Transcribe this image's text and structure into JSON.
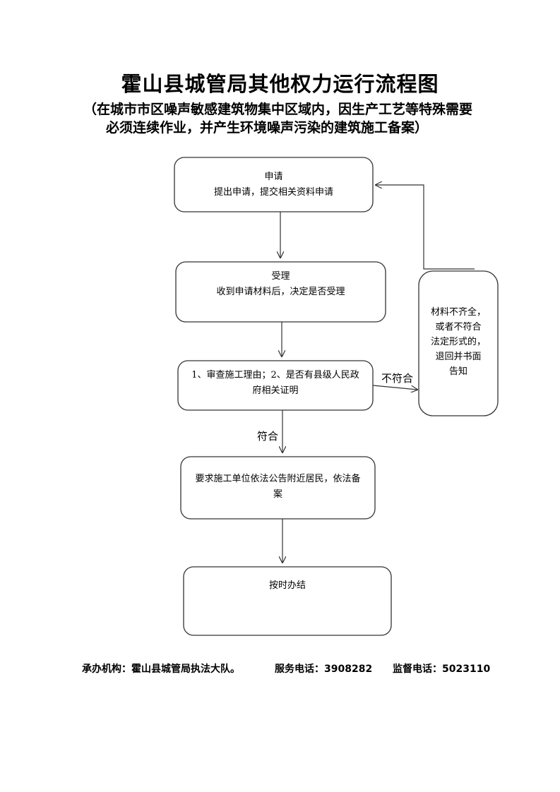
{
  "title": "霍山县城管局其他权力运行流程图",
  "subtitle_line1": "（在城市市区噪声敏感建筑物集中区域内，因生产工艺等特殊需要",
  "subtitle_line2": "必须连续作业，并产生环境噪声污染的建筑施工备案）",
  "steps": [
    {
      "heading": "申请",
      "text": "提出申请，提交相关资料申请"
    },
    {
      "heading": "受理",
      "text": "收到申请材料后，决定是否受理"
    },
    {
      "text_line1": "1、审查施工理由；2、是否有县级人民政",
      "text_line2": "府相关证明"
    },
    {
      "text_line1": "要求施工单位依法公告附近居民，依法备",
      "text_line2": "案"
    },
    {
      "text": "按时办结"
    }
  ],
  "reject_box": {
    "line1": "材料不齐全，",
    "line2": "或者不符合",
    "line3": "法定形式的，",
    "line4": "退回并书面",
    "line5": "告知"
  },
  "labels": {
    "not_compliant": "不符合",
    "compliant": "符合"
  },
  "footer": {
    "agency": "承办机构：霍山县城管局执法大队。",
    "service_phone": "服务电话：3908282",
    "supervision_phone": "监督电话：5023110"
  }
}
